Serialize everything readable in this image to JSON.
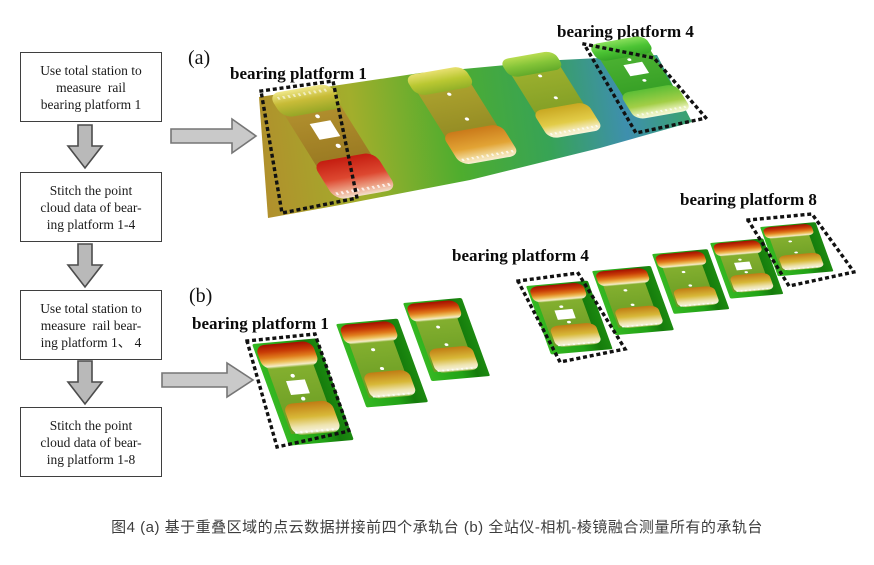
{
  "figure": {
    "caption": "图4 (a) 基于重叠区域的点云数据拼接前四个承轨台 (b) 全站仪-相机-棱镜融合测量所有的承轨台"
  },
  "flowchart": {
    "boxes": [
      {
        "lines": [
          "Use total station to",
          "measure  rail",
          "bearing platform 1"
        ]
      },
      {
        "lines": [
          "Stitch the point",
          "cloud data of bear-",
          "ing platform 1-4"
        ]
      },
      {
        "lines": [
          "Use total station to",
          "measure  rail bear-",
          "ing platform 1、 4"
        ]
      },
      {
        "lines": [
          "Stitch the point",
          "cloud data of bear-",
          "ing platform 1-8"
        ]
      }
    ]
  },
  "panel_a": {
    "tag": "(a)",
    "label_platform1": "bearing platform 1",
    "label_platform4": "bearing platform 4"
  },
  "panel_b": {
    "tag": "(b)",
    "label_platform1": "bearing platform 1",
    "label_platform4": "bearing platform 4",
    "label_platform8": "bearing platform 8"
  },
  "colors": {
    "arrow_fill": "#bcbcbc",
    "arrow_stroke": "#555555",
    "box_border": "#3f3f3f",
    "dotted_outline": "#111111",
    "pointcloud_red": "#c41d10",
    "pointcloud_orange": "#d08428",
    "pointcloud_yellow": "#cdb22e",
    "pointcloud_green": "#2fae22",
    "pointcloud_teal_blue": "#3e8fae",
    "caption_color": "#3d3d3d"
  }
}
